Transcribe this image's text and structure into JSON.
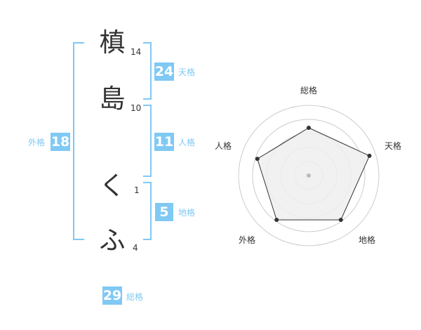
{
  "name_chars": [
    {
      "char": "槙",
      "strokes": "14"
    },
    {
      "char": "島",
      "strokes": "10"
    },
    {
      "char": "く",
      "strokes": "1"
    },
    {
      "char": "ふ",
      "strokes": "4"
    }
  ],
  "fortune": {
    "tenkaku": {
      "value": "24",
      "label": "天格"
    },
    "jinkaku": {
      "value": "11",
      "label": "人格"
    },
    "chikaku": {
      "value": "5",
      "label": "地格"
    },
    "gaikaku": {
      "value": "18",
      "label": "外格"
    },
    "soukaku": {
      "value": "29",
      "label": "総格"
    }
  },
  "radar": {
    "axes": [
      "総格",
      "天格",
      "地格",
      "外格",
      "人格"
    ],
    "levels": [
      0.68,
      0.91,
      0.78,
      0.78,
      0.77
    ],
    "colors": {
      "accent": "#7fc9f4",
      "line": "#333333",
      "fill": "#eeeeee",
      "ring": "#cccccc"
    }
  }
}
